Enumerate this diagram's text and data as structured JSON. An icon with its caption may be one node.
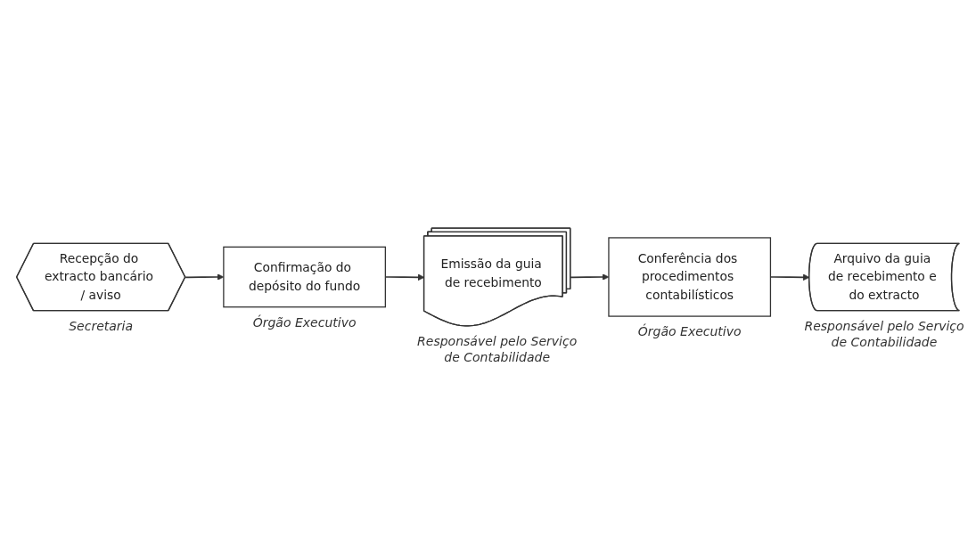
{
  "diagram": {
    "nodes": [
      {
        "text": [
          "Recepção do extracto bancário / aviso"
        ],
        "beside": [
          "Secretaria"
        ]
      },
      {
        "text": [
          "Confirmação do depósito do fundo"
        ],
        "beside": [
          "Órgão Executivo"
        ]
      },
      {
        "text": [
          "Emissão da guia de recebimento"
        ],
        "beside": [
          "Responsável pelo Serviço de Contabilidade"
        ]
      },
      {
        "text": [
          "Conferência dos procedimentos contabilísticos"
        ],
        "beside": [
          "Órgão Executivo"
        ]
      },
      {
        "text": [
          "Arquivo da guia de recebimento e do extracto"
        ],
        "beside": [
          "Responsável pelo Serviço de Contabilidade"
        ]
      }
    ],
    "edges": [
      {
        "from": 0,
        "to": 1,
        "arrow": "to"
      },
      {
        "from": 1,
        "to": 2,
        "arrow": "to"
      },
      {
        "from": 2,
        "to": 3,
        "arrow": "to"
      },
      {
        "from": 3,
        "to": 4,
        "arrow": "to"
      }
    ]
  }
}
